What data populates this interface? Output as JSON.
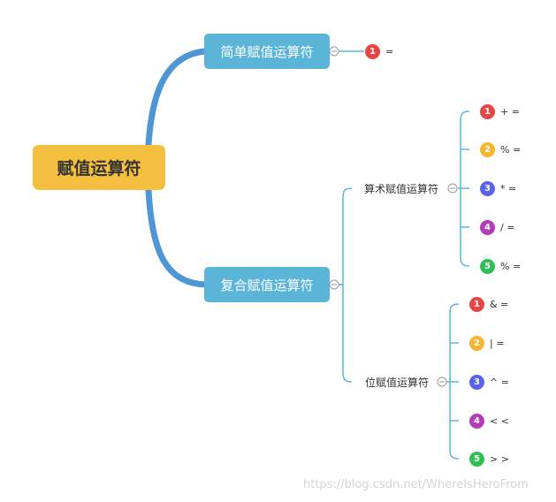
{
  "root": {
    "label": "赋值运算符"
  },
  "simple": {
    "label": "简单赋值运算符",
    "items": [
      {
        "num": "1",
        "text": "=",
        "color": "#e64545"
      }
    ]
  },
  "compound": {
    "label": "复合赋值运算符",
    "arithmetic": {
      "label": "算术赋值运算符",
      "items": [
        {
          "num": "1",
          "text": "+ =",
          "color": "#e64545"
        },
        {
          "num": "2",
          "text": "% =",
          "color": "#f5b731"
        },
        {
          "num": "3",
          "text": "* =",
          "color": "#5b63e8"
        },
        {
          "num": "4",
          "text": "/ =",
          "color": "#b33cb8"
        },
        {
          "num": "5",
          "text": "% =",
          "color": "#2fbf55"
        }
      ]
    },
    "bitwise": {
      "label": "位赋值运算符",
      "items": [
        {
          "num": "1",
          "text": "& =",
          "color": "#e64545"
        },
        {
          "num": "2",
          "text": "| =",
          "color": "#f5b731"
        },
        {
          "num": "3",
          "text": "^ =",
          "color": "#5b63e8"
        },
        {
          "num": "4",
          "text": "< <",
          "color": "#b33cb8"
        },
        {
          "num": "5",
          "text": "> >",
          "color": "#2fbf55"
        }
      ]
    }
  },
  "watermark": "https://blog.csdn.net/WhereIsHeroFrom"
}
